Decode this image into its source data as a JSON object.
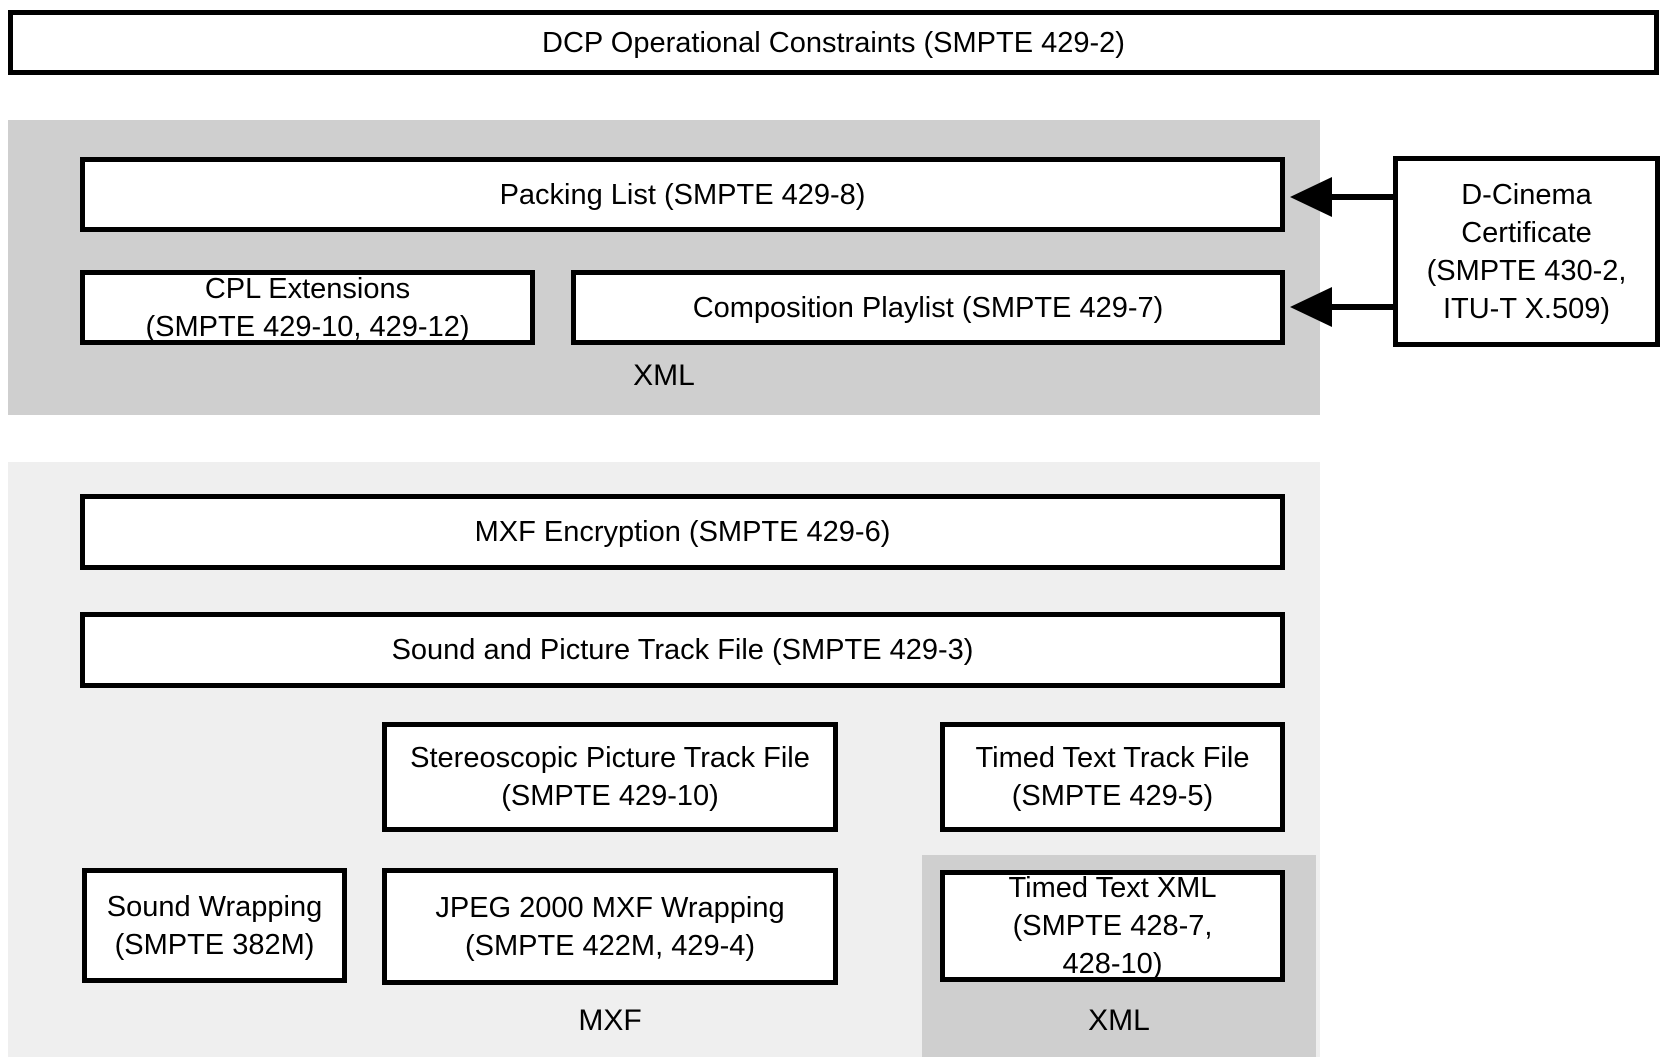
{
  "diagram": {
    "title_box": {
      "label": "DCP Operational Constraints (SMPTE 429-2)"
    },
    "xml_section": {
      "packing_list": {
        "label": "Packing List (SMPTE 429-8)"
      },
      "cpl_extensions": {
        "line1": "CPL Extensions",
        "line2": "(SMPTE 429-10, 429-12)"
      },
      "composition_playlist": {
        "label": "Composition Playlist (SMPTE 429-7)"
      },
      "section_label": "XML"
    },
    "certificate_box": {
      "line1": "D-Cinema",
      "line2": "Certificate",
      "line3": "(SMPTE 430-2,",
      "line4": "ITU-T X.509)"
    },
    "arrows": [
      {
        "name": "certificate-to-packing-list",
        "direction": "left"
      },
      {
        "name": "certificate-to-composition-playlist",
        "direction": "left"
      }
    ],
    "mxf_section": {
      "mxf_encryption": {
        "label": "MXF Encryption (SMPTE 429-6)"
      },
      "sound_and_picture": {
        "label": "Sound and Picture Track File (SMPTE 429-3)"
      },
      "stereoscopic": {
        "line1": "Stereoscopic Picture Track File",
        "line2": "(SMPTE 429-10)"
      },
      "timed_text_track": {
        "line1": "Timed Text Track File",
        "line2": "(SMPTE 429-5)"
      },
      "sound_wrapping": {
        "line1": "Sound Wrapping",
        "line2": "(SMPTE 382M)"
      },
      "jpeg_wrapping": {
        "line1": "JPEG 2000 MXF Wrapping",
        "line2": "(SMPTE 422M, 429-4)"
      },
      "section_label": "MXF",
      "xml_subsection": {
        "timed_text_xml": {
          "line1": "Timed Text XML",
          "line2": "(SMPTE 428-7,",
          "line3": "428-10)"
        },
        "section_label": "XML"
      }
    },
    "colors": {
      "xml_panel_gray": "#cfcfcf",
      "mxf_panel_gray": "#efefef",
      "xml_subpanel_gray": "#cfcfcf",
      "box_background": "#ffffff",
      "box_border": "#000000",
      "text": "#000000",
      "arrow": "#000000"
    }
  }
}
